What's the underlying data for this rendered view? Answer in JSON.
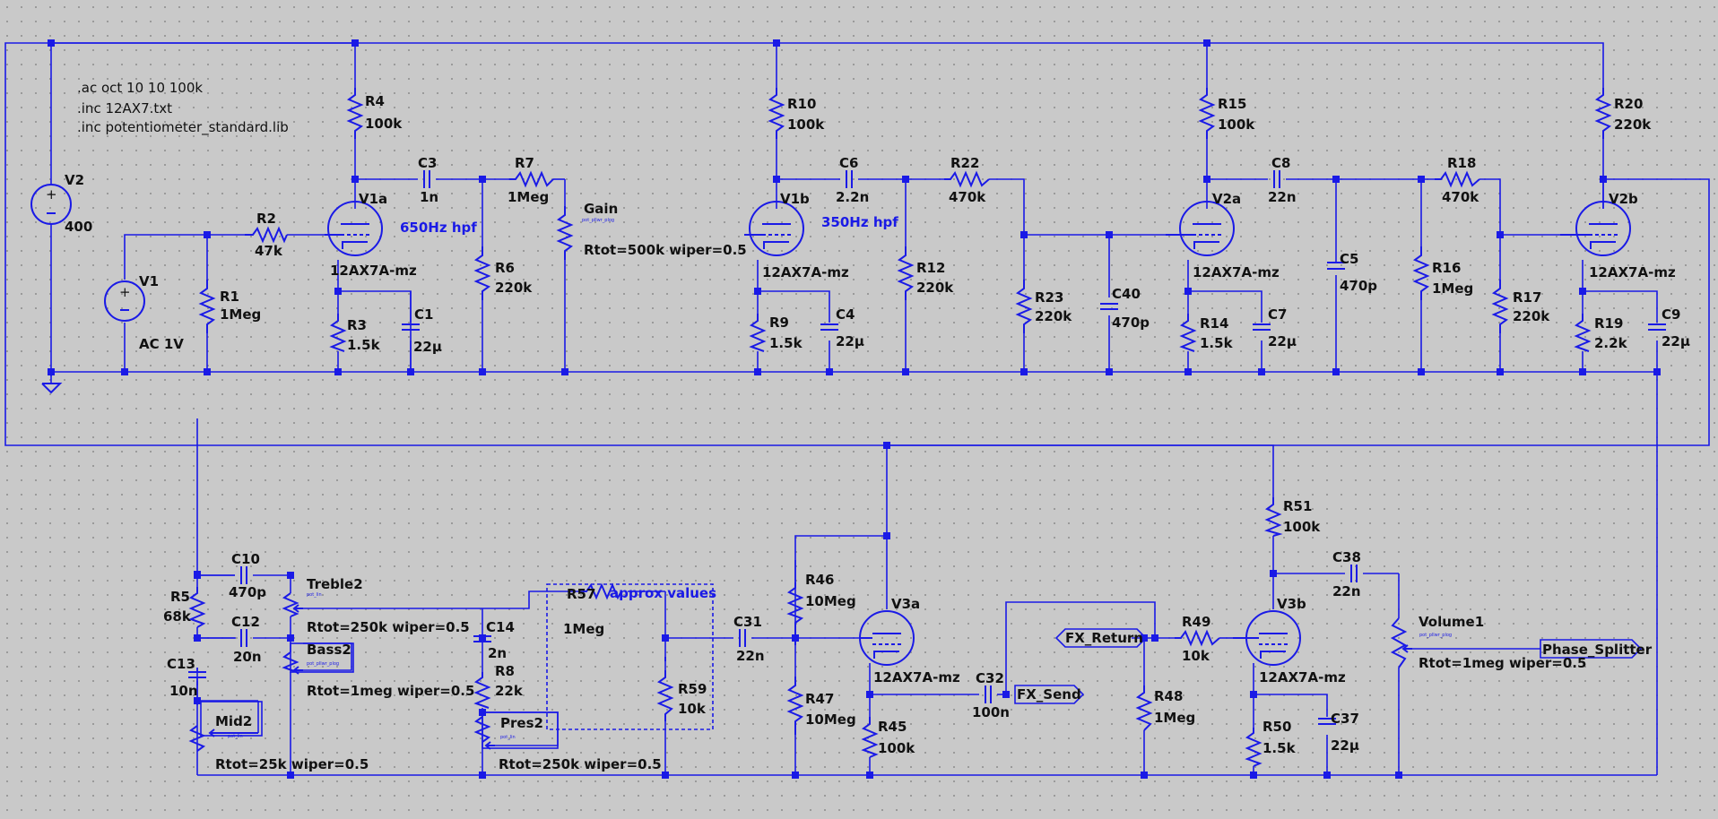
{
  "directives": [
    ".ac oct 10 10 100k",
    ".inc 12AX7.txt",
    ".inc potentiometer_standard.lib"
  ],
  "annotations": {
    "hpf1": "650Hz hpf",
    "hpf2": "350Hz hpf",
    "approx": "approx values"
  },
  "sources": {
    "V2": {
      "name": "V2",
      "value": "400"
    },
    "V1": {
      "name": "V1",
      "value": "AC 1V"
    }
  },
  "tubes": {
    "V1a": {
      "name": "V1a",
      "model": "12AX7A-mz"
    },
    "V1b": {
      "name": "V1b",
      "model": "12AX7A-mz"
    },
    "V2a": {
      "name": "V2a",
      "model": "12AX7A-mz"
    },
    "V2b": {
      "name": "V2b",
      "model": "12AX7A-mz"
    },
    "V3a": {
      "name": "V3a",
      "model": "12AX7A-mz"
    },
    "V3b": {
      "name": "V3b",
      "model": "12AX7A-mz"
    }
  },
  "resistors": {
    "R1": {
      "name": "R1",
      "value": "1Meg"
    },
    "R2": {
      "name": "R2",
      "value": "47k"
    },
    "R3": {
      "name": "R3",
      "value": "1.5k"
    },
    "R4": {
      "name": "R4",
      "value": "100k"
    },
    "R5": {
      "name": "R5",
      "value": "68k"
    },
    "R6": {
      "name": "R6",
      "value": "220k"
    },
    "R7": {
      "name": "R7",
      "value": "1Meg"
    },
    "R8": {
      "name": "R8",
      "value": "22k"
    },
    "R9": {
      "name": "R9",
      "value": "1.5k"
    },
    "R10": {
      "name": "R10",
      "value": "100k"
    },
    "R12": {
      "name": "R12",
      "value": "220k"
    },
    "R14": {
      "name": "R14",
      "value": "1.5k"
    },
    "R15": {
      "name": "R15",
      "value": "100k"
    },
    "R16": {
      "name": "R16",
      "value": "1Meg"
    },
    "R17": {
      "name": "R17",
      "value": "220k"
    },
    "R18": {
      "name": "R18",
      "value": "470k"
    },
    "R19": {
      "name": "R19",
      "value": "2.2k"
    },
    "R20": {
      "name": "R20",
      "value": "220k"
    },
    "R22": {
      "name": "R22",
      "value": "470k"
    },
    "R23": {
      "name": "R23",
      "value": "220k"
    },
    "R45": {
      "name": "R45",
      "value": "100k"
    },
    "R46": {
      "name": "R46",
      "value": "10Meg"
    },
    "R47": {
      "name": "R47",
      "value": "10Meg"
    },
    "R48": {
      "name": "R48",
      "value": "1Meg"
    },
    "R49": {
      "name": "R49",
      "value": "10k"
    },
    "R50": {
      "name": "R50",
      "value": "1.5k"
    },
    "R51": {
      "name": "R51",
      "value": "100k"
    },
    "R57": {
      "name": "R57",
      "value": "1Meg"
    },
    "R59": {
      "name": "R59",
      "value": "10k"
    }
  },
  "capacitors": {
    "C1": {
      "name": "C1",
      "value": "22µ"
    },
    "C3": {
      "name": "C3",
      "value": "1n"
    },
    "C4": {
      "name": "C4",
      "value": "22µ"
    },
    "C5": {
      "name": "C5",
      "value": "470p"
    },
    "C6": {
      "name": "C6",
      "value": "2.2n"
    },
    "C7": {
      "name": "C7",
      "value": "22µ"
    },
    "C8": {
      "name": "C8",
      "value": "22n"
    },
    "C9": {
      "name": "C9",
      "value": "22µ"
    },
    "C10": {
      "name": "C10",
      "value": "470p"
    },
    "C12": {
      "name": "C12",
      "value": "20n"
    },
    "C13": {
      "name": "C13",
      "value": "10n"
    },
    "C14": {
      "name": "C14",
      "value": "2n"
    },
    "C31": {
      "name": "C31",
      "value": "22n"
    },
    "C32": {
      "name": "C32",
      "value": "100n"
    },
    "C37": {
      "name": "C37",
      "value": "22µ"
    },
    "C38": {
      "name": "C38",
      "value": "22n"
    },
    "C40": {
      "name": "C40",
      "value": "470p"
    }
  },
  "pots": {
    "Gain": {
      "name": "Gain",
      "model": "pot_pllwr_plog",
      "params": "Rtot=500k wiper=0.5"
    },
    "Treble2": {
      "name": "Treble2",
      "model": "pot_lin",
      "params": "Rtot=250k wiper=0.5"
    },
    "Bass2": {
      "name": "Bass2",
      "model": "pot_pllwr_plog",
      "params": "Rtot=1meg wiper=0.5"
    },
    "Mid2": {
      "name": "Mid2",
      "model": "pot_lin",
      "params": "Rtot=25k wiper=0.5"
    },
    "Pres2": {
      "name": "Pres2",
      "model": "pot_lin",
      "params": "Rtot=250k wiper=0.5"
    },
    "Volume1": {
      "name": "Volume1",
      "model": "pot_pllwr_plog",
      "params": "Rtot=1meg wiper=0.5"
    }
  },
  "net_labels": {
    "fx_return": "FX_Return",
    "fx_send": "FX_Send",
    "phase_splitter": "Phase_Splitter"
  },
  "colors": {
    "wire": "#1a1ae6",
    "background": "#c9c9c9",
    "text": "#111111"
  }
}
